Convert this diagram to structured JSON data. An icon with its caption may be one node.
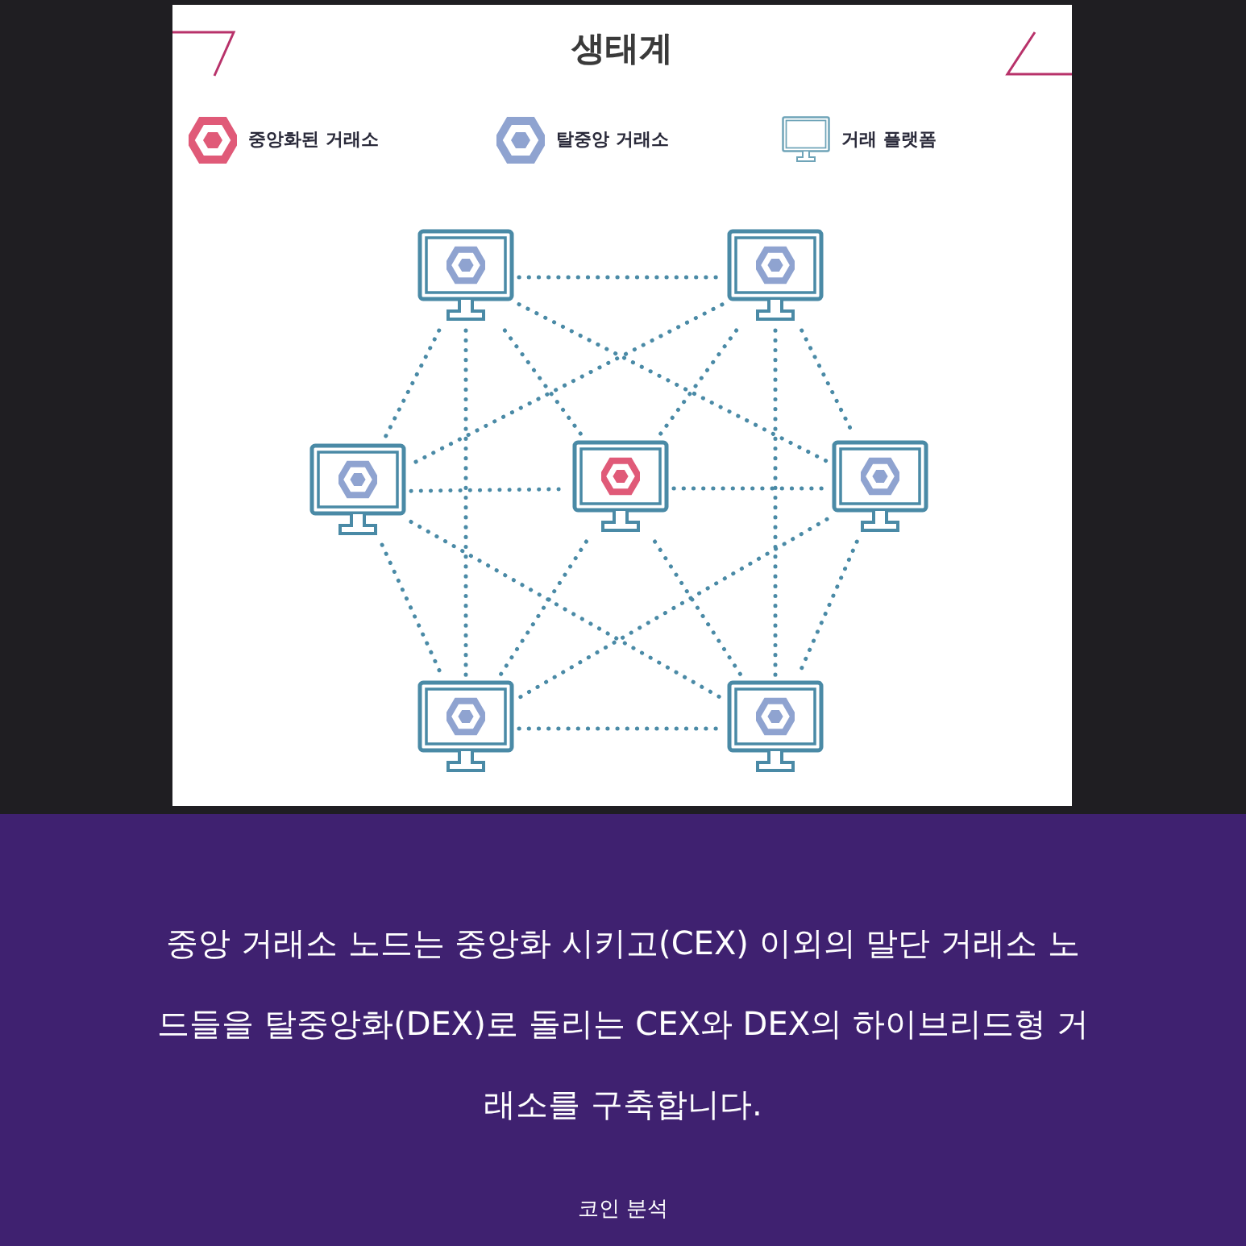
{
  "diagram": {
    "title": "생태계",
    "caption": "중앙 거래소 노드는 중앙화 시키고(CEX) 이외의 말단 거래소 노드들을 탈중앙화(DEX)로 돌리는 CEX와 DEX의 하이브리드형 거래소를 구축합니다.",
    "nodes": [
      {
        "text": [],
        "shape": "monitor"
      },
      {
        "text": [],
        "shape": "monitor"
      },
      {
        "text": [],
        "shape": "monitor"
      },
      {
        "text": [],
        "shape": "monitor"
      },
      {
        "text": [],
        "shape": "monitor"
      },
      {
        "text": [],
        "shape": "monitor"
      },
      {
        "text": [],
        "shape": "monitor"
      }
    ],
    "edges": [
      {
        "from": 0,
        "to": 1,
        "arrow": "none",
        "style": "dashed"
      },
      {
        "from": 0,
        "to": 2,
        "arrow": "none",
        "style": "dashed"
      },
      {
        "from": 0,
        "to": 3,
        "arrow": "none",
        "style": "dashed"
      },
      {
        "from": 0,
        "to": 4,
        "arrow": "none",
        "style": "dashed"
      },
      {
        "from": 0,
        "to": 5,
        "arrow": "none",
        "style": "dashed"
      },
      {
        "from": 1,
        "to": 2,
        "arrow": "none",
        "style": "dashed"
      },
      {
        "from": 1,
        "to": 3,
        "arrow": "none",
        "style": "dashed"
      },
      {
        "from": 1,
        "to": 4,
        "arrow": "none",
        "style": "dashed"
      },
      {
        "from": 1,
        "to": 6,
        "arrow": "none",
        "style": "dashed"
      },
      {
        "from": 2,
        "to": 3,
        "arrow": "none",
        "style": "dashed"
      },
      {
        "from": 2,
        "to": 5,
        "arrow": "none",
        "style": "dashed"
      },
      {
        "from": 2,
        "to": 6,
        "arrow": "none",
        "style": "dashed"
      },
      {
        "from": 3,
        "to": 4,
        "arrow": "none",
        "style": "dashed"
      },
      {
        "from": 3,
        "to": 5,
        "arrow": "none",
        "style": "dashed"
      },
      {
        "from": 3,
        "to": 6,
        "arrow": "none",
        "style": "dashed"
      },
      {
        "from": 4,
        "to": 5,
        "arrow": "none",
        "style": "dashed"
      },
      {
        "from": 4,
        "to": 6,
        "arrow": "none",
        "style": "dashed"
      },
      {
        "from": 5,
        "to": 6,
        "arrow": "none",
        "style": "dashed"
      }
    ],
    "labels": [
      "코인 분석"
    ],
    "legend": [
      {
        "text": "중앙화된 거래소"
      },
      {
        "text": "탈중앙 거래소"
      },
      {
        "text": "거래 플랫폼"
      }
    ]
  }
}
